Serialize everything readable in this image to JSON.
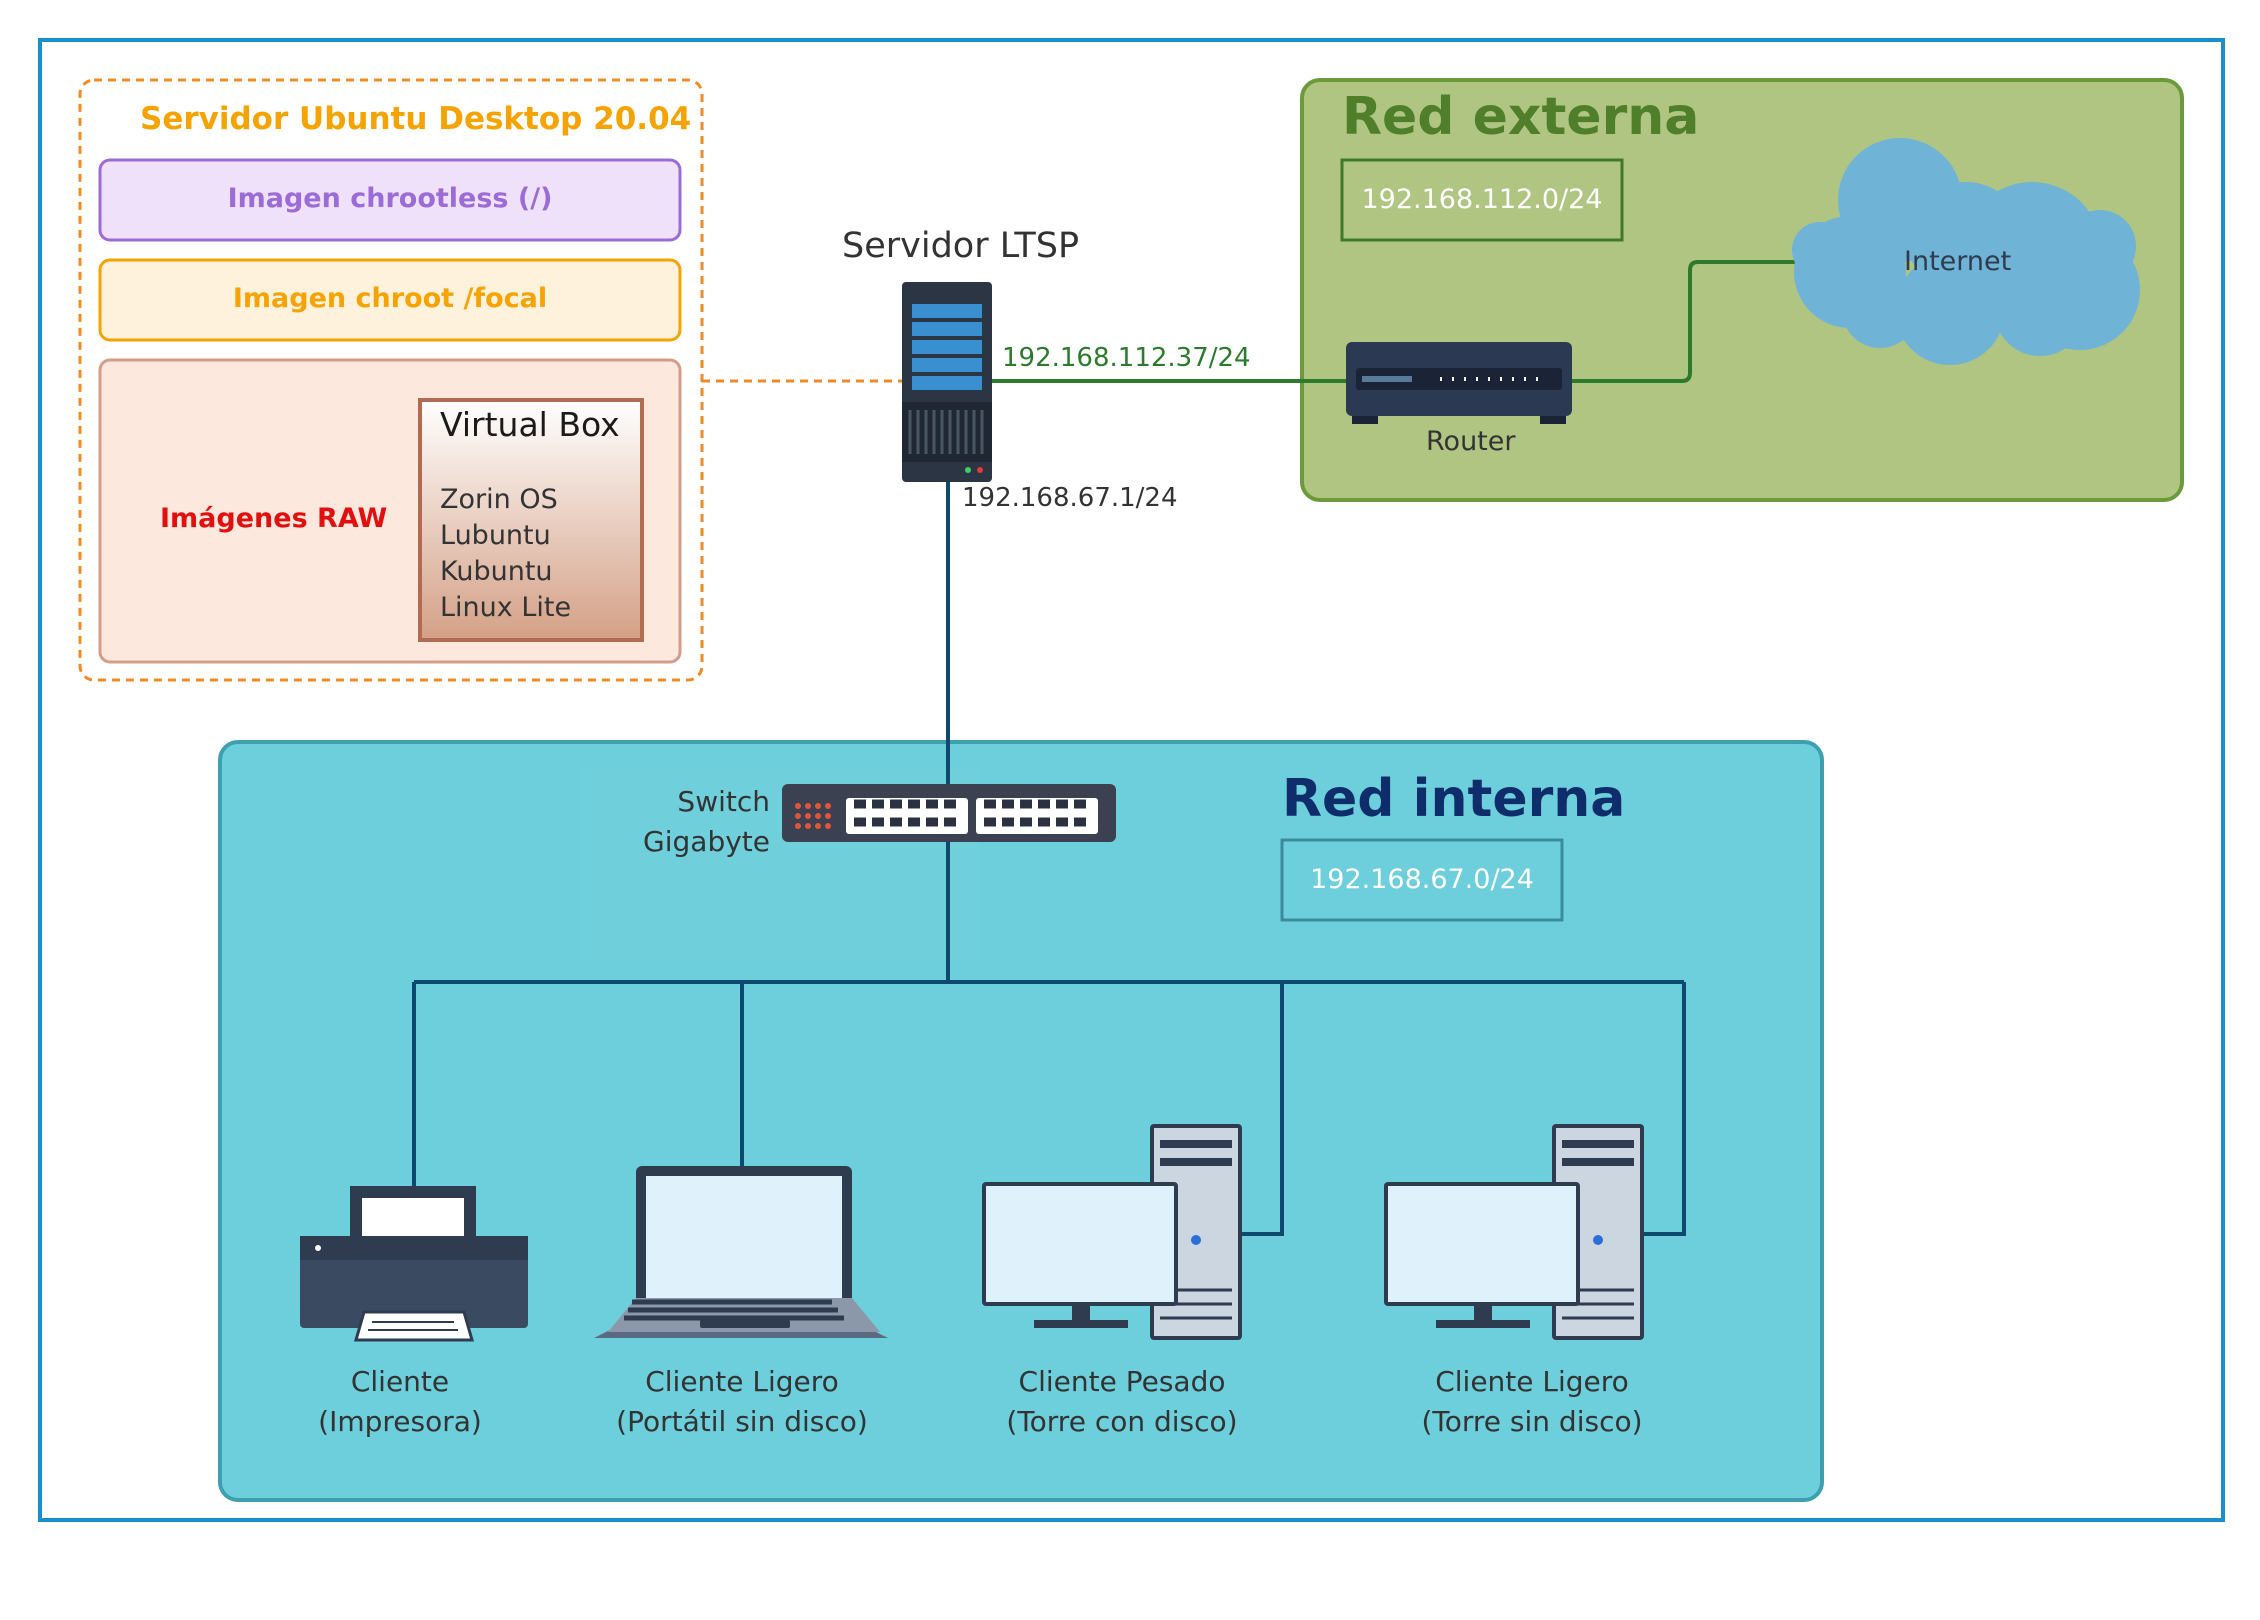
{
  "server_box": {
    "title": "Servidor Ubuntu Desktop 20.04",
    "image_chrootless": "Imagen chrootless (/)",
    "image_chroot": "Imagen chroot /focal",
    "raw_label": "Imágenes RAW",
    "virtualbox": {
      "title": "Virtual Box",
      "items": [
        "Zorin OS",
        "Lubuntu",
        "Kubuntu",
        "Linux Lite"
      ]
    }
  },
  "ltsp": {
    "title": "Servidor LTSP",
    "ip_external": "192.168.112.37/24",
    "ip_internal": "192.168.67.1/24"
  },
  "external_net": {
    "title": "Red externa",
    "subnet": "192.168.112.0/24",
    "router_label": "Router",
    "cloud_label": "Internet"
  },
  "internal_net": {
    "title": "Red interna",
    "subnet": "192.168.67.0/24",
    "switch_label_1": "Switch",
    "switch_label_2": "Gigabyte"
  },
  "clients": [
    {
      "name": "Cliente",
      "detail": "(Impresora)"
    },
    {
      "name": "Cliente Ligero",
      "detail": "(Portátil sin disco)"
    },
    {
      "name": "Cliente Pesado",
      "detail": "(Torre  con disco)"
    },
    {
      "name": "Cliente Ligero",
      "detail": "(Torre  sin disco)"
    }
  ],
  "colors": {
    "frame": "#1a8fc9",
    "server_orange": "#f08a24",
    "server_title": "#f5a300",
    "chrootless": "#9b6cd6",
    "chroot": "#f5a300",
    "raw_red": "#e01010",
    "external_green": "#5a8a30",
    "external_fill": "#b0c582",
    "internal_fill": "#6ccfdb",
    "internal_title": "#0f2d6b",
    "link_blue": "#0f4a6e",
    "link_green": "#2d7a2d"
  }
}
